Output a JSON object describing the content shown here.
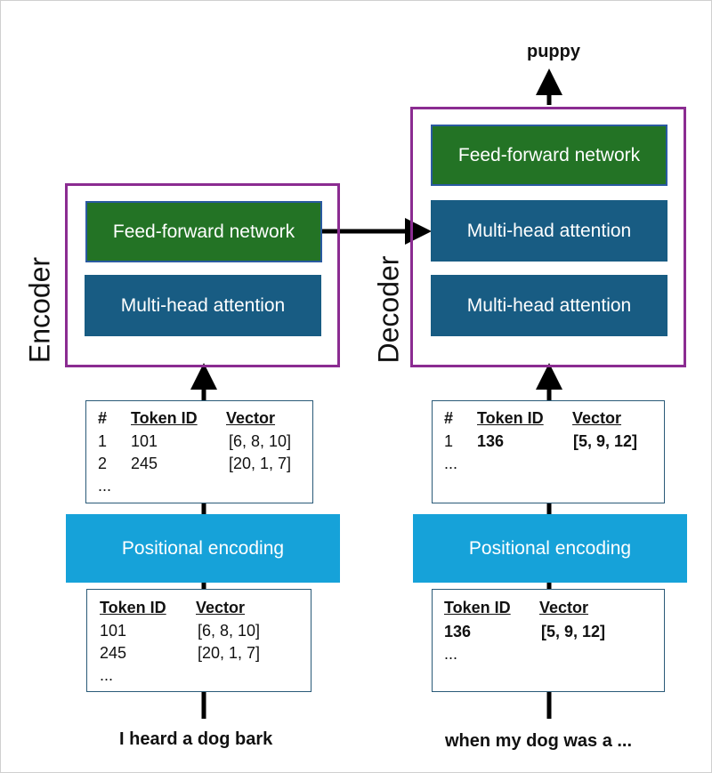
{
  "output_word": "puppy",
  "encoder": {
    "label": "Encoder",
    "ffn_label": "Feed-forward network",
    "mha_label": "Multi-head attention",
    "positional_label": "Positional encoding",
    "pos_table": {
      "headers": [
        "#",
        "Token ID",
        "Vector"
      ],
      "rows": [
        [
          "1",
          "101",
          "[6, 8, 10]"
        ],
        [
          "2",
          "245",
          "[20, 1, 7]"
        ]
      ],
      "ellipsis": "..."
    },
    "token_table": {
      "headers": [
        "Token ID",
        "Vector"
      ],
      "rows": [
        [
          "101",
          "[6, 8, 10]"
        ],
        [
          "245",
          "[20, 1, 7]"
        ]
      ],
      "ellipsis": "..."
    },
    "input_text": "I heard a dog bark"
  },
  "decoder": {
    "label": "Decoder",
    "ffn_label": "Feed-forward network",
    "mha_top_label": "Multi-head attention",
    "mha_bottom_label": "Multi-head attention",
    "positional_label": "Positional encoding",
    "pos_table": {
      "headers": [
        "#",
        "Token ID",
        "Vector"
      ],
      "rows": [
        [
          "1",
          "136",
          "[5, 9, 12]"
        ]
      ],
      "ellipsis": "..."
    },
    "token_table": {
      "headers": [
        "Token ID",
        "Vector"
      ],
      "rows": [
        [
          "136",
          "[5, 9, 12]"
        ]
      ],
      "ellipsis": "..."
    },
    "input_text": "when my dog was a ..."
  },
  "colors": {
    "purple": "#8b2c91",
    "ffn_green": "#237325",
    "mha_blue": "#185c83",
    "positional_blue": "#16a2d9"
  }
}
